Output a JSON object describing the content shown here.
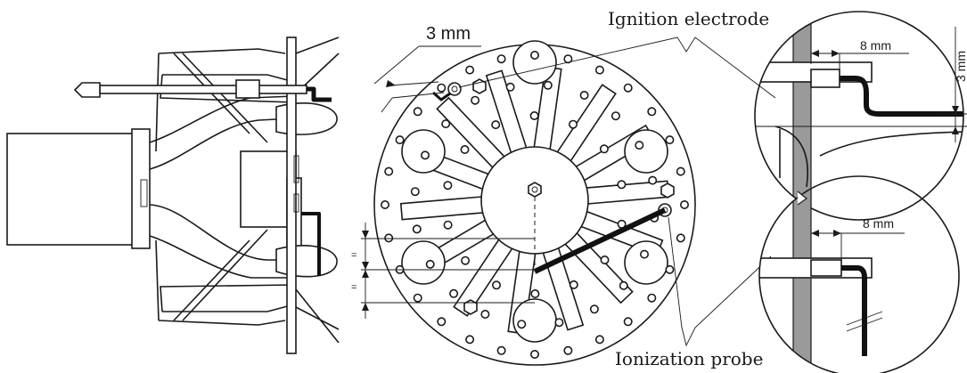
{
  "labels": {
    "ignition_electrode": "Ignition electrode",
    "ionization_probe": "Ionization probe",
    "gap_main": "3 mm",
    "gap_detail_horizontal": "8 mm",
    "gap_detail_vertical": "3 mm",
    "probe_detail_horizontal": "8 mm",
    "equal_upper": "=",
    "equal_lower": "="
  }
}
